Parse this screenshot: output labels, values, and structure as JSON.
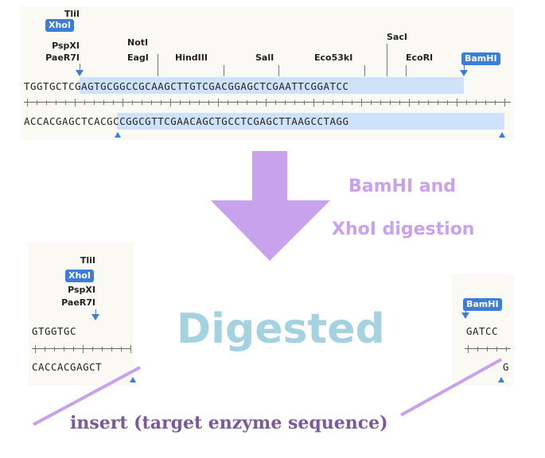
{
  "top": {
    "enzymes": {
      "tlii": "TliI",
      "xhoi": "XhoI",
      "pspxi": "PspXI",
      "paer7i": "PaeR7I",
      "noti": "NotI",
      "eagi": "EagI",
      "hindiii": "HindIII",
      "sali": "SalI",
      "eco53ki": "Eco53kI",
      "saci": "SacI",
      "ecori": "EcoRI",
      "bamhi": "BamHI"
    },
    "top_strand": "TGGTGCTCGAGTGCGGCCGCAAGCTTGTCGACGGAGCTCGAATTCGGATCC",
    "bottom_strand": "ACCACGAGCTCACGCCGGCGTTCGAACAGCTGCCTCGAGCTTAAGCCTAGG"
  },
  "arrow_label": {
    "line1": "BamHI and",
    "line2": "XhoI digestion"
  },
  "bottom": {
    "enzymes": {
      "tlii": "TliI",
      "xhoi": "XhoI",
      "pspxi": "PspXI",
      "paer7i": "PaeR7I",
      "bamhi": "BamHI"
    },
    "left_top_strand": "GTGGTGC",
    "left_bottom_strand": "CACCACGAGCT",
    "right_top_strand": "GATCC",
    "right_bottom_strand": "G",
    "digested_label": "Digested",
    "insert_label": "insert (target enzyme sequence)"
  },
  "colors": {
    "badge": "#3b7dd8",
    "highlight": "#cfe2fb",
    "purple_arrow": "#c9a2ee",
    "digested_text": "#a4d2e0",
    "insert_text": "#7a5a98"
  }
}
